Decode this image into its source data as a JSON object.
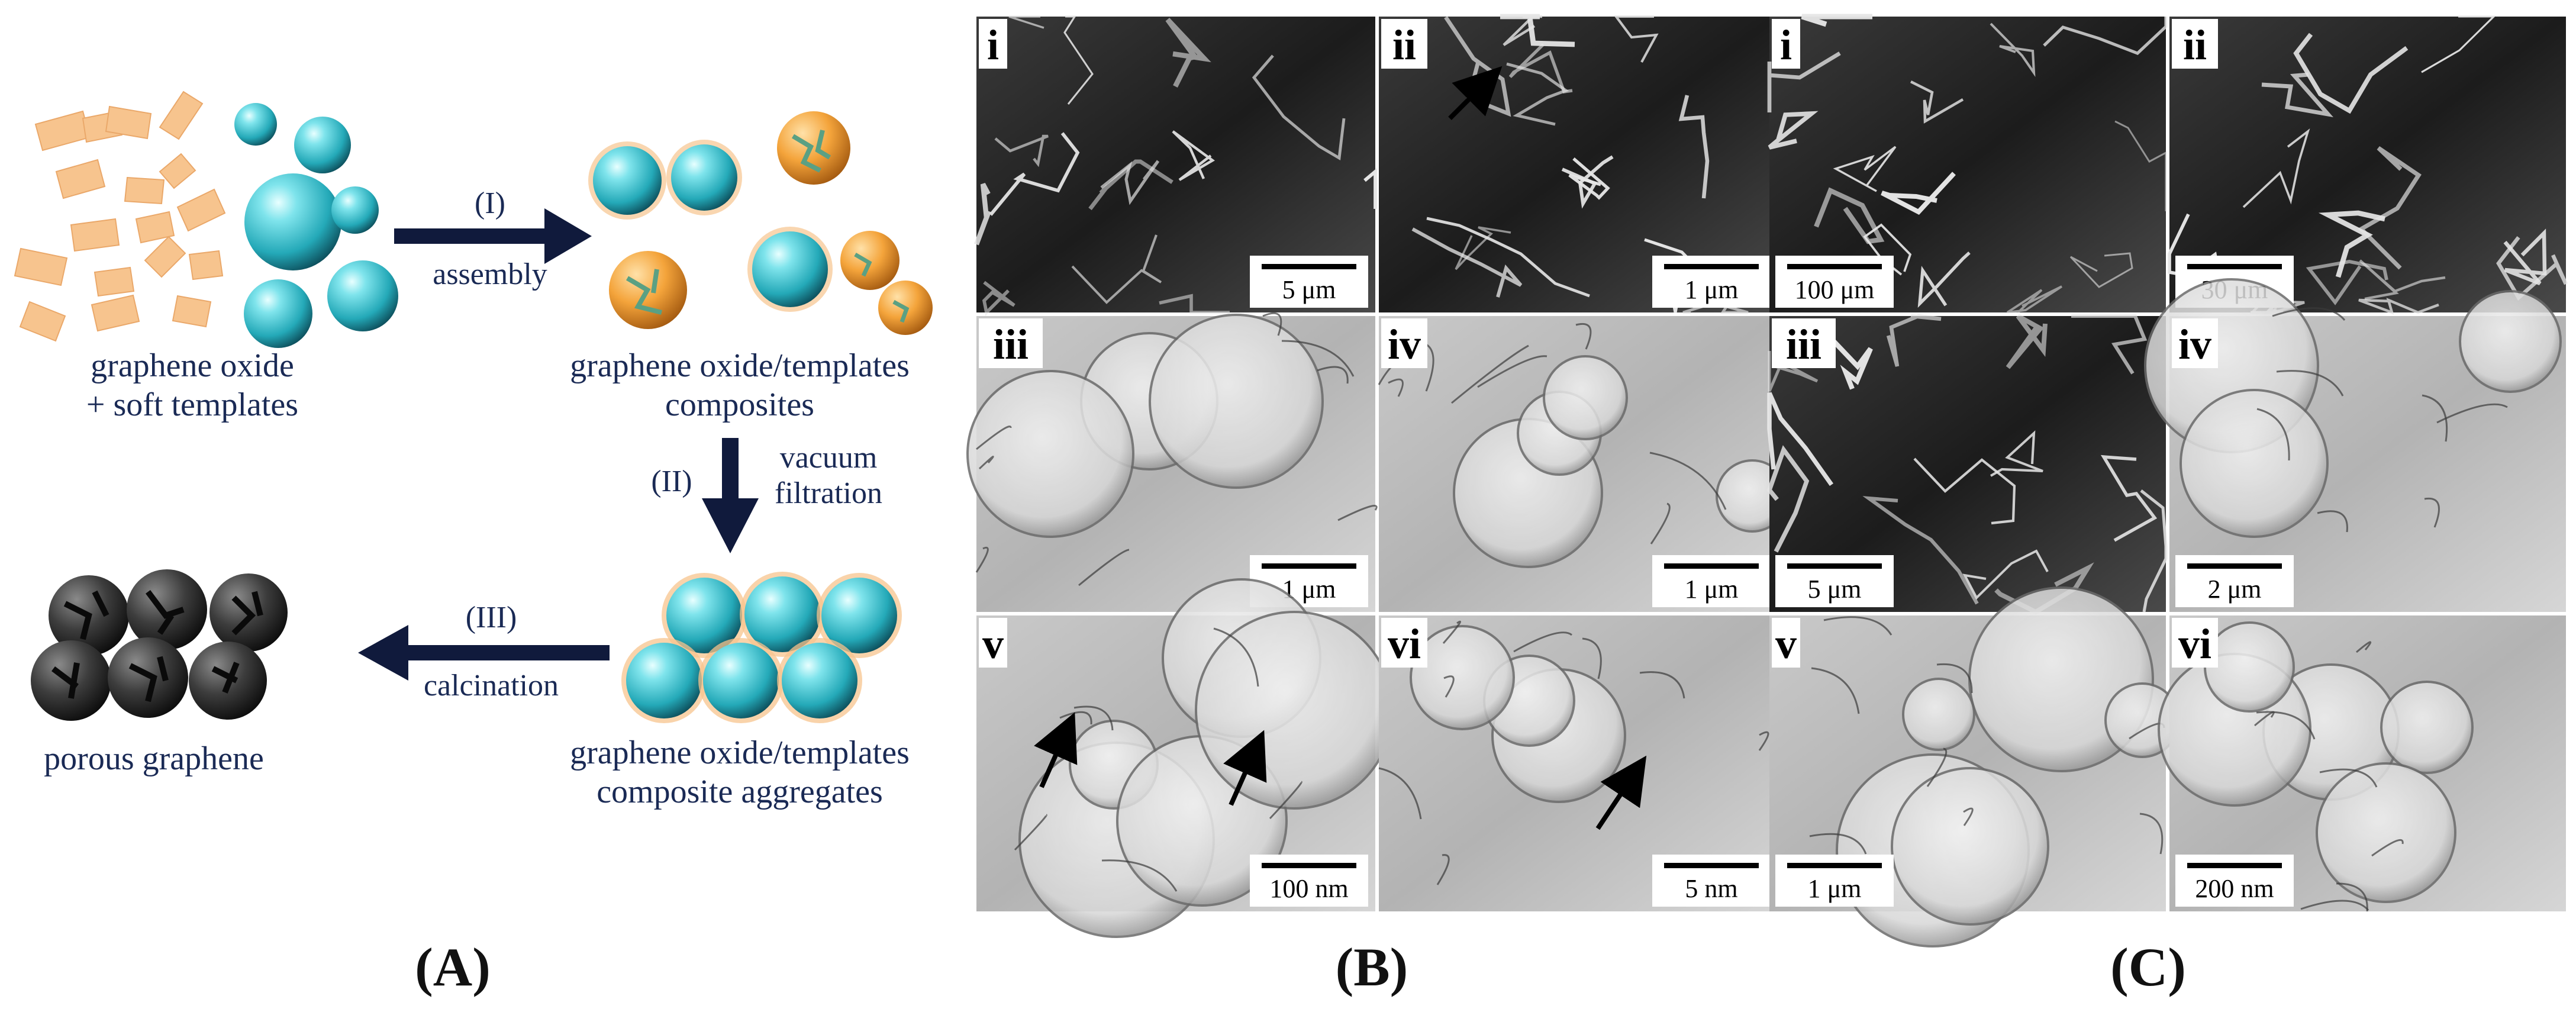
{
  "schematic": {
    "start_label_line1": "graphene oxide",
    "start_label_line2": "+ soft templates",
    "step1_num": "(I)",
    "step1_label": "assembly",
    "composites_line1": "graphene oxide/templates",
    "composites_line2": "composites",
    "step2_num": "(II)",
    "step2_label_line1": "vacuum",
    "step2_label_line2": "filtration",
    "aggregates_line1": "graphene oxide/templates",
    "aggregates_line2": "composite aggregates",
    "step3_num": "(III)",
    "step3_label": "calcination",
    "product_label": "porous graphene",
    "colors": {
      "sphere": "#35c3cf",
      "flake": "#f7c48e",
      "template_orange": "#f3a23a",
      "product": "#3d3d3d",
      "arrow": "#101a3c"
    }
  },
  "captions": {
    "a": "(A)",
    "b": "(B)",
    "c": "(C)"
  },
  "panel_b": [
    {
      "label": "i",
      "scalebar": "5 μm"
    },
    {
      "label": "ii",
      "scalebar": "1 μm"
    },
    {
      "label": "iii",
      "scalebar": "1 μm"
    },
    {
      "label": "iv",
      "scalebar": "1 μm"
    },
    {
      "label": "v",
      "scalebar": "100 nm"
    },
    {
      "label": "vi",
      "scalebar": "5 nm"
    }
  ],
  "panel_c": [
    {
      "label": "i",
      "scalebar": "100 μm"
    },
    {
      "label": "ii",
      "scalebar": "30 μm"
    },
    {
      "label": "iii",
      "scalebar": "5 μm"
    },
    {
      "label": "iv",
      "scalebar": "2 μm"
    },
    {
      "label": "v",
      "scalebar": "1 μm"
    },
    {
      "label": "vi",
      "scalebar": "200 nm"
    }
  ]
}
